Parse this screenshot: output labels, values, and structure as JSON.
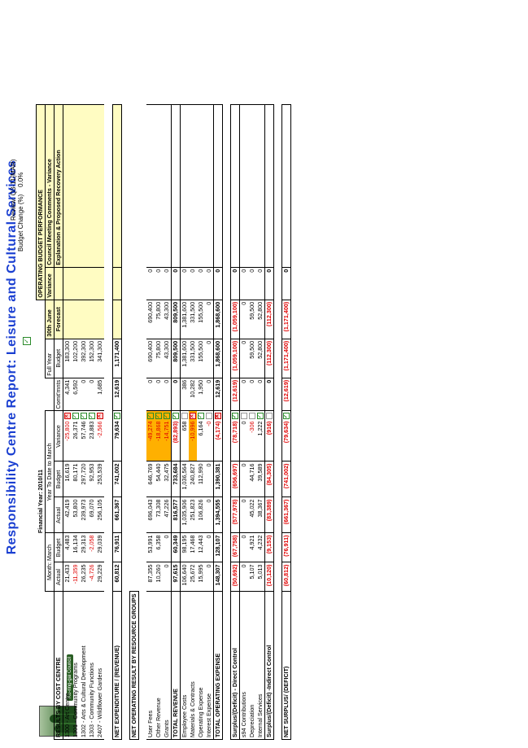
{
  "title": "Responsibility Centre Report: Leisure and Cultural Services",
  "logo_text": "Ku-ring-gai Council",
  "review": {
    "line1": "Review: Q3-11(MAR)",
    "label2": "Budget Change (%)",
    "value2": "0.0%"
  },
  "header": {
    "financial_year": "Financial Year: 2010/11",
    "month_group": "Month: March",
    "ytd_group": "Year To Date to March",
    "obp": "OPERATING BUDGET PERFORMANCE",
    "col_actual": "Actual",
    "col_budget": "Budget",
    "col_variance": "Variance",
    "col_commitments": "Comit'mnts",
    "col_full_year": "Full Year",
    "col_full_year2": "Budget",
    "col_forecast": "30th June",
    "col_forecast2": "Forecast",
    "col_variance2": "Variance",
    "col_comments": "Council Meeting Comments - Variance",
    "col_comments2": "Explanation & Proposed Recovery Action"
  },
  "section1_title": "RESULTS BY COST CENTRE",
  "cost_centres": [
    {
      "name": "1300 - Art Centre",
      "m_actual": "21,433",
      "m_budget": "4,483",
      "y_actual": "42,419",
      "y_budget": "16,619",
      "variance": "-25,800",
      "flag": "cross",
      "commit": "4,341",
      "full_year": "183,300",
      "forecast": "",
      "var2": ""
    },
    {
      "name": "1301 - Community Programs",
      "m_actual": "-11,359",
      "m_budget": "16,134",
      "y_actual": "53,800",
      "y_budget": "80,171",
      "variance": "26,371",
      "flag": "check",
      "commit": "6,592",
      "full_year": "102,200",
      "forecast": "",
      "var2": ""
    },
    {
      "name": "1302 - Arts & Cultural Development",
      "m_actual": "26,235",
      "m_budget": "29,313",
      "y_actual": "239,973",
      "y_budget": "297,720",
      "variance": "57,746",
      "flag": "check",
      "commit": "0",
      "full_year": "392,300",
      "forecast": "",
      "var2": ""
    },
    {
      "name": "1303 - Community Functions",
      "m_actual": "-4,726",
      "m_budget": "-2,058",
      "y_actual": "69,070",
      "y_budget": "92,953",
      "variance": "23,883",
      "flag": "check",
      "commit": "0",
      "full_year": "152,300",
      "forecast": "",
      "var2": ""
    },
    {
      "name": "2407 - Wildflower Gardens",
      "m_actual": "29,229",
      "m_budget": "29,039",
      "y_actual": "256,105",
      "y_budget": "253,539",
      "variance": "-2,566",
      "flag": "cross",
      "commit": "1,685",
      "full_year": "341,300",
      "forecast": "",
      "var2": ""
    }
  ],
  "net_expenditure": {
    "name": "NET EXPENDITURE / (REVENUE)",
    "m_actual": "60,812",
    "m_budget": "76,911",
    "y_actual": "661,367",
    "y_budget": "741,002",
    "variance": "79,634",
    "flag": "check",
    "commit": "12,619",
    "full_year": "1,171,400"
  },
  "section2_title": "NET OPERATING RESULT BY RESOURCE GROUPS",
  "revenue_rows": [
    {
      "name": "User Fees",
      "m_actual": "87,355",
      "m_budget": "53,991",
      "y_actual": "696,043",
      "y_budget": "646,769",
      "variance": "-49,274",
      "flag": "check",
      "hl": true,
      "commit": "0",
      "full_year": "690,400",
      "forecast": "690,400",
      "var2": "0"
    },
    {
      "name": "Other Revenue",
      "m_actual": "10,260",
      "m_budget": "6,358",
      "y_actual": "73,308",
      "y_budget": "54,440",
      "variance": "-18,868",
      "flag": "check",
      "hl": true,
      "commit": "0",
      "full_year": "75,800",
      "forecast": "75,800",
      "var2": "0"
    },
    {
      "name": "Grants",
      "m_actual": "0",
      "m_budget": "0",
      "y_actual": "47,226",
      "y_budget": "32,475",
      "variance": "-14,751",
      "flag": "check",
      "hl": true,
      "commit": "0",
      "full_year": "43,300",
      "forecast": "43,300",
      "var2": "0"
    }
  ],
  "total_revenue": {
    "name": "TOTAL REVENUE",
    "m_actual": "97,615",
    "m_budget": "60,349",
    "y_actual": "816,577",
    "y_budget": "733,684",
    "variance": "(82,893)",
    "flag": "check",
    "commit": "0",
    "full_year": "809,500",
    "forecast": "809,500",
    "var2": "0"
  },
  "expense_rows": [
    {
      "name": "Employee Costs",
      "m_actual": "106,640",
      "m_budget": "98,195",
      "y_actual": "1,035,906",
      "y_budget": "1,036,564",
      "variance": "658",
      "flag": "blank",
      "hl": false,
      "commit": "386",
      "full_year": "1,381,600",
      "forecast": "1,381,600",
      "var2": "0"
    },
    {
      "name": "Materials & Contracts",
      "m_actual": "25,672",
      "m_budget": "17,468",
      "y_actual": "251,823",
      "y_budget": "240,827",
      "variance": "-10,996",
      "flag": "cross",
      "hl": true,
      "commit": "10,282",
      "full_year": "331,500",
      "forecast": "331,500",
      "var2": "0"
    },
    {
      "name": "Operating Expense",
      "m_actual": "15,995",
      "m_budget": "12,443",
      "y_actual": "106,826",
      "y_budget": "112,990",
      "variance": "6,164",
      "flag": "check",
      "hl": false,
      "commit": "1,950",
      "full_year": "155,500",
      "forecast": "155,500",
      "var2": "0"
    },
    {
      "name": "Interest Expense",
      "m_actual": "0",
      "m_budget": "0",
      "y_actual": "0",
      "y_budget": "0",
      "variance": "-0",
      "flag": "blank",
      "hl": false,
      "commit": "0",
      "full_year": "0",
      "forecast": "0",
      "var2": "0"
    }
  ],
  "total_expense": {
    "name": "TOTAL OPERATING EXPENSE",
    "m_actual": "148,307",
    "m_budget": "128,107",
    "y_actual": "1,394,555",
    "y_budget": "1,390,381",
    "variance": "(4,174)",
    "flag": "cross",
    "commit": "12,619",
    "full_year": "1,868,600",
    "forecast": "1,868,600",
    "var2": "0"
  },
  "surplus_direct": {
    "name": "Surplus/(Deficit) - Direct Control",
    "m_actual": "(50,692)",
    "m_budget": "(67,758)",
    "y_actual": "(577,978)",
    "y_budget": "(656,697)",
    "variance": "(78,718)",
    "flag": "check",
    "commit": "(12,619)",
    "full_year": "(1,059,100)",
    "forecast": "(1,059,100)",
    "var2": "0"
  },
  "indirect_rows": [
    {
      "name": "s94 Contributions",
      "m_actual": "0",
      "m_budget": "0",
      "y_actual": "0",
      "y_budget": "0",
      "variance": "0",
      "flag": "blank",
      "commit": "0",
      "full_year": "0",
      "forecast": "0",
      "var2": "0"
    },
    {
      "name": "Depreciation",
      "m_actual": "5,107",
      "m_budget": "4,921",
      "y_actual": "45,022",
      "y_budget": "44,716",
      "variance": "-306",
      "flag": "blank",
      "commit": "0",
      "full_year": "59,500",
      "forecast": "59,500",
      "var2": "0"
    },
    {
      "name": "Internal Services",
      "m_actual": "5,013",
      "m_budget": "4,232",
      "y_actual": "38,367",
      "y_budget": "39,589",
      "variance": "1,222",
      "flag": "check",
      "commit": "0",
      "full_year": "52,800",
      "forecast": "52,800",
      "var2": "0"
    }
  ],
  "surplus_indirect": {
    "name": "Surplus/(Deficit) -Indirect Control",
    "m_actual": "(10,120)",
    "m_budget": "(9,153)",
    "y_actual": "(83,389)",
    "y_budget": "(84,305)",
    "variance": "(916)",
    "flag": "blank",
    "commit": "0",
    "full_year": "(112,300)",
    "forecast": "(112,300)",
    "var2": "0"
  },
  "net_surplus": {
    "name": "NET SURPLUS/ (DEFICIT)",
    "m_actual": "(60,812)",
    "m_budget": "(76,911)",
    "y_actual": "(661,367)",
    "y_budget": "(741,002)",
    "variance": "(79,634)",
    "flag": "check",
    "commit": "(12,619)",
    "full_year": "(1,171,400)",
    "forecast": "(1,171,400)",
    "var2": "0"
  },
  "colors": {
    "title": "#1a3fd1",
    "negative": "#e00000",
    "highlight": "#ffb000",
    "yellow": "#fffcc2"
  }
}
